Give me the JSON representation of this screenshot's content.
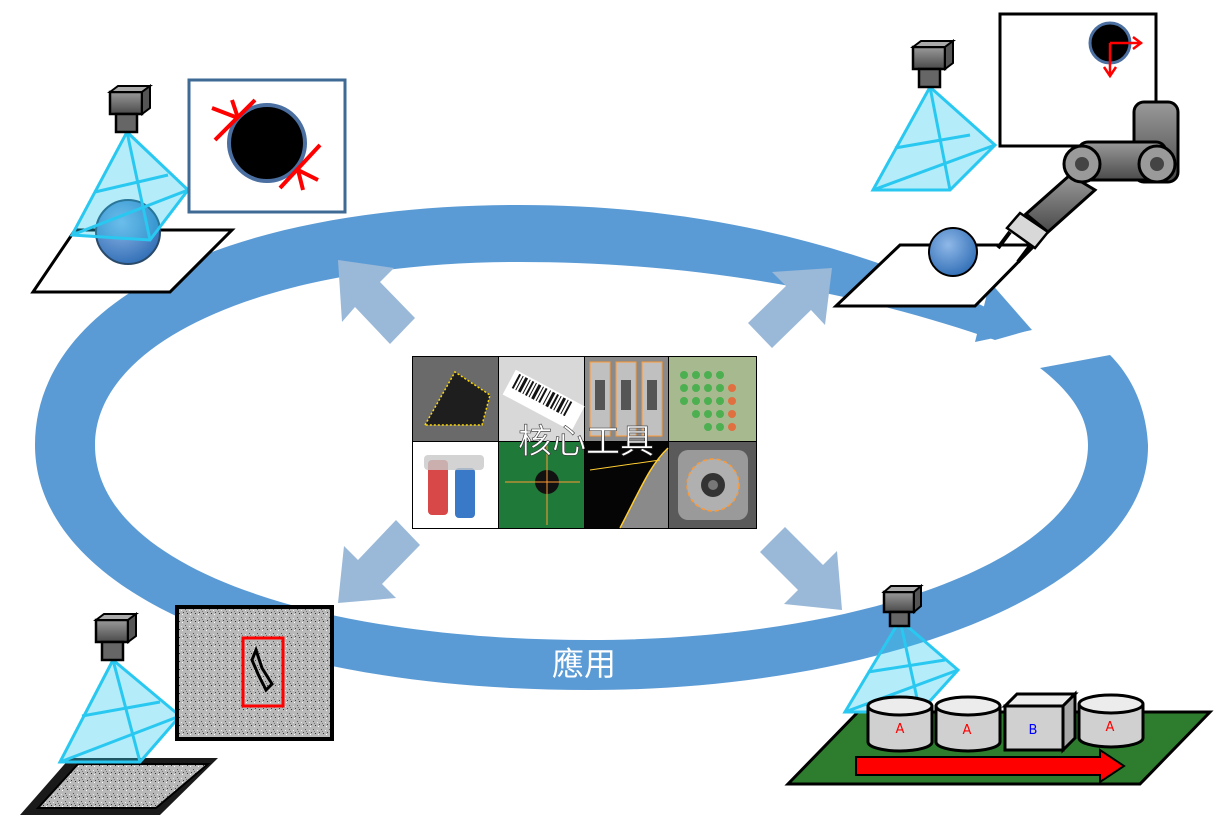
{
  "center_label": "核心工具",
  "cycle_label": "應用",
  "sorting_items": [
    {
      "label": "A",
      "shape": "cylinder"
    },
    {
      "label": "A",
      "shape": "cylinder"
    },
    {
      "label": "B",
      "shape": "box"
    },
    {
      "label": "A",
      "shape": "cylinder"
    }
  ],
  "colors": {
    "cycle_arrow": "#5b9bd5",
    "spoke_arrow": "#9ab8d8",
    "light_cone": "#29c8f0",
    "marker_red": "#ff0000",
    "conveyor_green": "#2e7d2e",
    "object_blue": "#4a86c8",
    "frame_border": "#3e6a94"
  },
  "icons": [
    "camera-icon",
    "light-cone-icon",
    "robot-arm-icon",
    "conveyor-icon"
  ]
}
